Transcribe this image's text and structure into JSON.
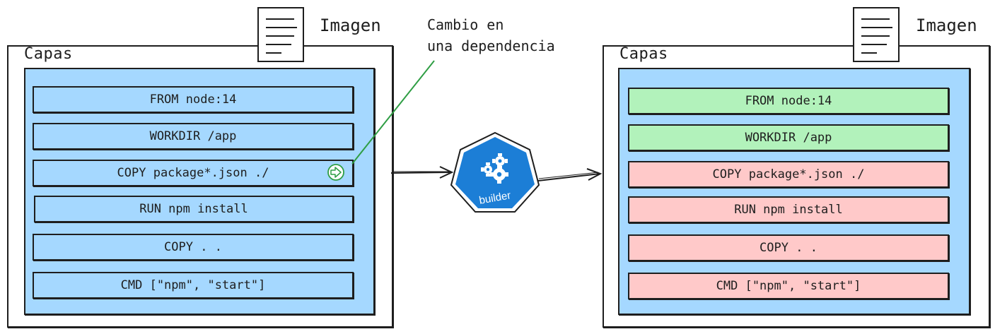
{
  "colors": {
    "panel": "#a5d8ff",
    "layer_default": "#ffffff",
    "layer_cached": "#b2f2bb",
    "layer_rebuilt": "#ffc9c9",
    "annotation": "#2f9e44",
    "builder": "#1c7ed6"
  },
  "left": {
    "image_label": "Imagen",
    "capas_label": "Capas",
    "layers": [
      {
        "text": "FROM node:14"
      },
      {
        "text": "WORKDIR /app"
      },
      {
        "text": "COPY package*.json ./"
      },
      {
        "text": "RUN npm install"
      },
      {
        "text": "COPY . ."
      },
      {
        "text": "CMD [\"npm\", \"start\"]"
      }
    ]
  },
  "right": {
    "image_label": "Imagen",
    "capas_label": "Capas",
    "layers": [
      {
        "text": "FROM node:14",
        "state": "cached"
      },
      {
        "text": "WORKDIR /app",
        "state": "cached"
      },
      {
        "text": "COPY package*.json ./",
        "state": "rebuilt"
      },
      {
        "text": "RUN npm install",
        "state": "rebuilt"
      },
      {
        "text": "COPY . .",
        "state": "rebuilt"
      },
      {
        "text": "CMD [\"npm\", \"start\"]",
        "state": "rebuilt"
      }
    ]
  },
  "annotation": {
    "line1": "Cambio en",
    "line2": "una dependencia"
  },
  "builder": {
    "label": "builder",
    "icon": "gears-icon"
  }
}
